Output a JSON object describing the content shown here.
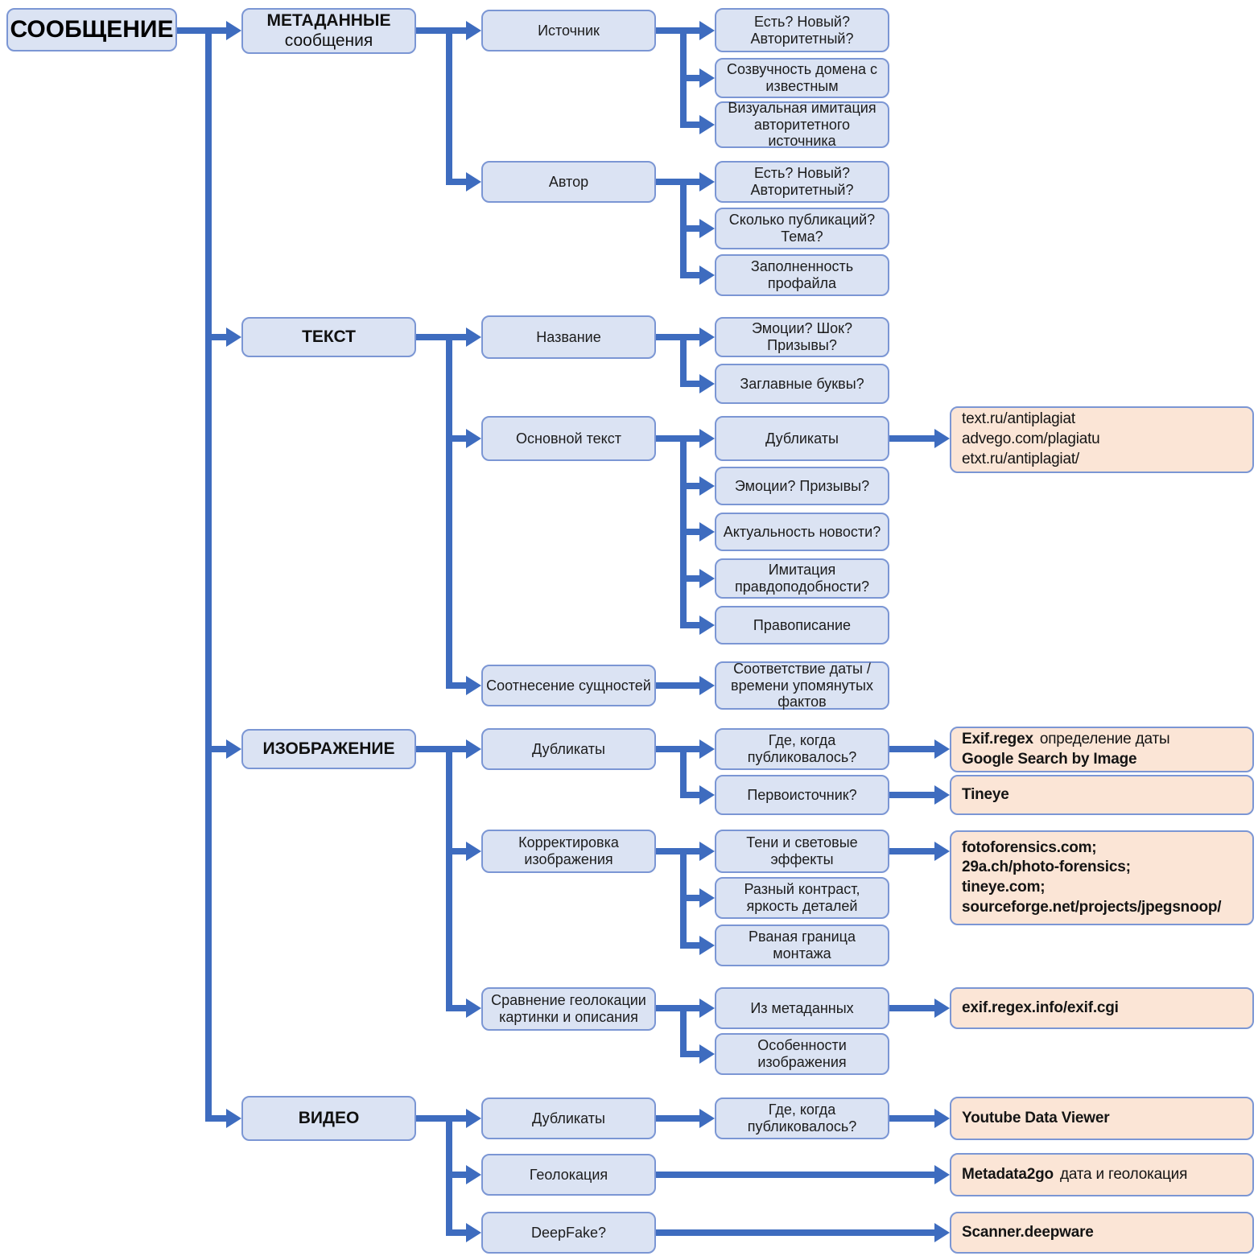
{
  "colors": {
    "arrow": "#3E6CBF",
    "node_fill": "#DBE3F3",
    "node_border": "#7B96D4",
    "tool_fill": "#FBE5D6",
    "text": "#1C1C1C"
  },
  "diagram": {
    "root": {
      "label": "СООБЩЕНИЕ"
    },
    "sections": [
      {
        "label": "МЕТАДАННЫЕ",
        "sublabel": "сообщения",
        "branches": [
          {
            "label": "Источник",
            "checks": [
              {
                "label": "Есть? Новый?\nАвторитетный?"
              },
              {
                "label": "Созвучность домена с\nизвестным"
              },
              {
                "label": "Визуальная имитация\nавторитетного\nисточника"
              }
            ]
          },
          {
            "label": "Автор",
            "checks": [
              {
                "label": "Есть? Новый?\nАвторитетный?"
              },
              {
                "label": "Сколько публикаций?\nТема?"
              },
              {
                "label": "Заполненность\nпрофайла"
              }
            ]
          }
        ]
      },
      {
        "label": "ТЕКСТ",
        "branches": [
          {
            "label": "Название",
            "checks": [
              {
                "label": "Эмоции? Шок?\nПризывы?"
              },
              {
                "label": "Заглавные буквы?"
              }
            ]
          },
          {
            "label": "Основной текст",
            "checks": [
              {
                "label": "Дубликаты"
              },
              {
                "label": "Эмоции? Призывы?"
              },
              {
                "label": "Актуальность новости?"
              },
              {
                "label": "Имитация\nправдоподобности?"
              },
              {
                "label": "Правописание"
              }
            ]
          },
          {
            "label": "Соотнесение сущностей",
            "checks": [
              {
                "label": "Соответствие даты /\nвремени упомянутых\nфактов"
              }
            ]
          }
        ]
      },
      {
        "label": "ИЗОБРАЖЕНИЕ",
        "branches": [
          {
            "label": "Дубликаты",
            "checks": [
              {
                "label": "Где, когда\nпубликовалось?"
              },
              {
                "label": "Первоисточник?"
              }
            ]
          },
          {
            "label": "Корректировка\nизображения",
            "checks": [
              {
                "label": "Тени и световые\nэффекты"
              },
              {
                "label": "Разный контраст,\nяркость деталей"
              },
              {
                "label": "Рваная граница\nмонтажа"
              }
            ]
          },
          {
            "label": "Сравнение геолокации\nкартинки и описания",
            "checks": [
              {
                "label": "Из метаданных"
              },
              {
                "label": "Особенности\nизображения"
              }
            ]
          }
        ]
      },
      {
        "label": "ВИДЕО",
        "branches": [
          {
            "label": "Дубликаты",
            "checks": [
              {
                "label": "Где, когда\nпубликовалось?"
              }
            ]
          },
          {
            "label": "Геолокация"
          },
          {
            "label": "DeepFake?"
          }
        ]
      }
    ],
    "tools": {
      "antiplagiat": {
        "line1": "text.ru/antiplagiat",
        "line2": "advego.com/plagiatu",
        "line3": "etxt.ru/antiplagiat/"
      },
      "exif_google": {
        "name": "Exif.regex",
        "desc": "определение даты",
        "name2": "Google Search by Image"
      },
      "tineye": {
        "name": "Tineye"
      },
      "forensics": {
        "line1": "fotoforensics.com;",
        "line2": "29a.ch/photo-forensics;",
        "line3": "tineye.com;",
        "line4": "sourceforge.net/projects/jpegsnoop/"
      },
      "exif_cgi": {
        "name": "exif.regex.info/exif.cgi"
      },
      "youtube": {
        "name": "Youtube Data Viewer"
      },
      "metadata2go": {
        "name": "Metadata2go",
        "desc": "дата и геолокация"
      },
      "deepware": {
        "name": "Scanner.deepware"
      }
    }
  }
}
